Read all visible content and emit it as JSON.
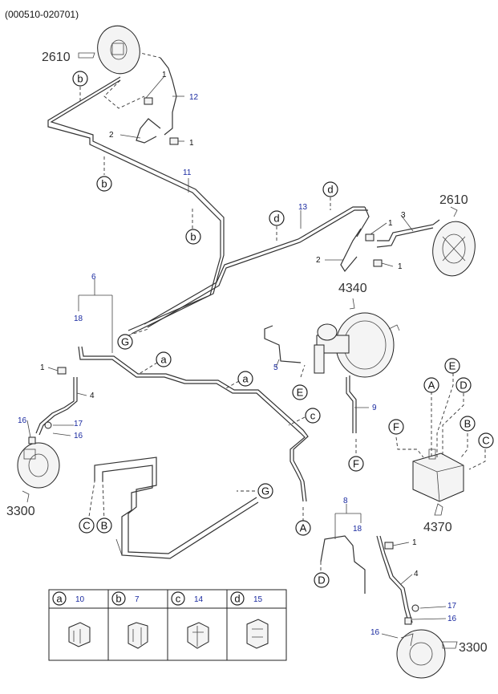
{
  "header": {
    "code_range": "(000510-020701)"
  },
  "refs": {
    "r2610_left": "2610",
    "r2610_right": "2610",
    "r4340": "4340",
    "r4370": "4370",
    "r3300_left": "3300",
    "r3300_right": "3300"
  },
  "part_numbers": {
    "p1_a": "1",
    "p1_b": "1",
    "p1_c": "1",
    "p1_d": "1",
    "p1_e": "1",
    "p1_f": "1",
    "p2_a": "2",
    "p2_b": "2",
    "p3": "3",
    "p4_a": "4",
    "p4_b": "4",
    "p5": "5",
    "p6": "6",
    "p8": "8",
    "p9": "9",
    "p11": "11",
    "p12": "12",
    "p13": "13",
    "p16_a": "16",
    "p16_b": "16",
    "p16_c": "16",
    "p16_d": "16",
    "p17_a": "17",
    "p17_b": "17",
    "p18_a": "18",
    "p18_b": "18"
  },
  "markers": {
    "b1": "b",
    "b2": "b",
    "b3": "b",
    "d1": "d",
    "d2": "d",
    "a1": "a",
    "a2": "a",
    "c1": "c",
    "G1": "G",
    "G2": "G",
    "E1": "E",
    "E2": "E",
    "F1": "F",
    "F2": "F",
    "A1": "A",
    "A2": "A",
    "B1": "B",
    "B2": "B",
    "C1": "C",
    "C2": "C",
    "D1": "D",
    "D2": "D"
  },
  "legend": [
    {
      "key": "a",
      "part": "10"
    },
    {
      "key": "b",
      "part": "7"
    },
    {
      "key": "c",
      "part": "14"
    },
    {
      "key": "d",
      "part": "15"
    }
  ]
}
